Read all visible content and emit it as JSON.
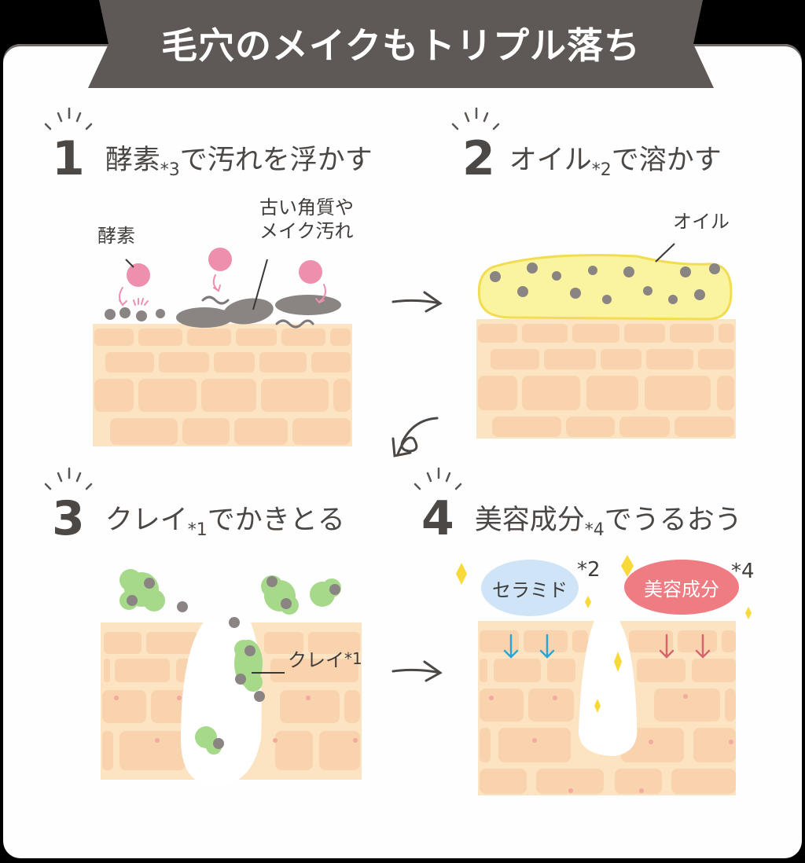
{
  "banner": {
    "title": "毛穴のメイクもトリプル落ち",
    "color": "#5e5956"
  },
  "steps": [
    {
      "number": "1",
      "title_main": "酵素",
      "title_note": "*3",
      "title_rest": "で汚れを浮かす"
    },
    {
      "number": "2",
      "title_main": "オイル",
      "title_note": "*2",
      "title_rest": "で溶かす"
    },
    {
      "number": "3",
      "title_main": "クレイ",
      "title_note": "*1",
      "title_rest": "でかきとる"
    },
    {
      "number": "4",
      "title_main": "美容成分",
      "title_note": "*4",
      "title_rest": "でうるおう"
    }
  ],
  "step1": {
    "enzyme_label": "酵素",
    "dirt_label_line1": "古い角質や",
    "dirt_label_line2": "メイク汚れ"
  },
  "step2": {
    "oil_label": "オイル"
  },
  "step3": {
    "clay_label": "クレイ",
    "clay_note": "*1"
  },
  "step4": {
    "ceramide_label": "セラミド",
    "ceramide_note": "*2",
    "beauty_label": "美容成分",
    "beauty_note": "*4"
  },
  "colors": {
    "skin_base": "#fce3c1",
    "skin_brick": "#f9d3ae",
    "dirt": "#8a8483",
    "enzyme": "#ef8fae",
    "oil_fill": "#faf3a0",
    "oil_stroke": "#f2dc52",
    "clay": "#a6d98a",
    "ceramide_bg": "#cfe5f7",
    "ceramide_arrow": "#2aa6d6",
    "beauty_bg": "#ef7b83",
    "beauty_arrow": "#d8656c",
    "sparkle": "#f7d93a",
    "text_dark": "#4a4745"
  }
}
